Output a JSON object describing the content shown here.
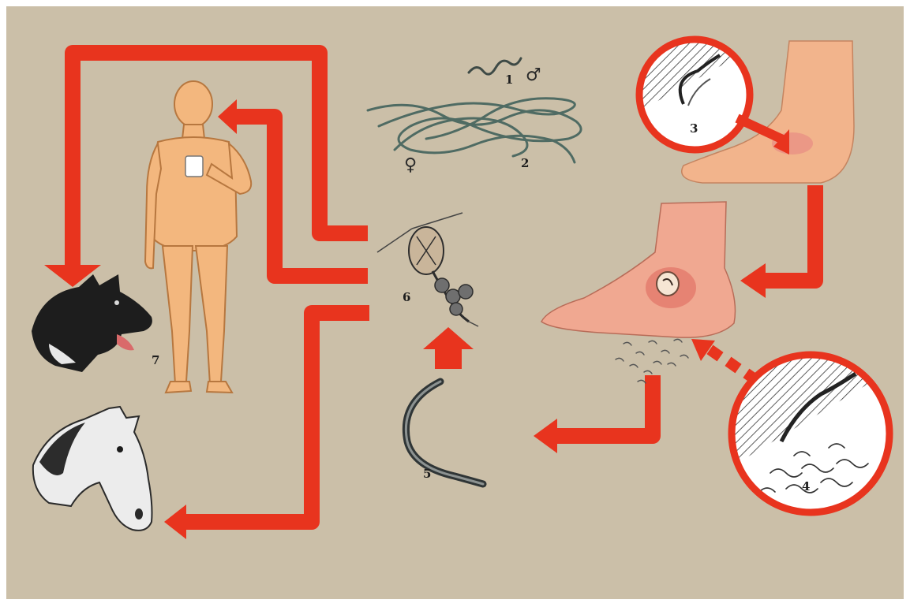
{
  "diagram": {
    "labels": {
      "male_worm": "1",
      "female_worm": "2",
      "infected_foot": "3",
      "ulcer_larvae": "4",
      "larva": "5",
      "cyclops": "6",
      "reservoir_hosts": "7"
    },
    "symbols": {
      "male": "♂",
      "female": "♀"
    },
    "colors": {
      "background": "#cbbfa8",
      "arrow": "#e8341e",
      "skin": "#f3b77e",
      "foot": "#f2b48c",
      "wound": "#e3776a"
    }
  }
}
